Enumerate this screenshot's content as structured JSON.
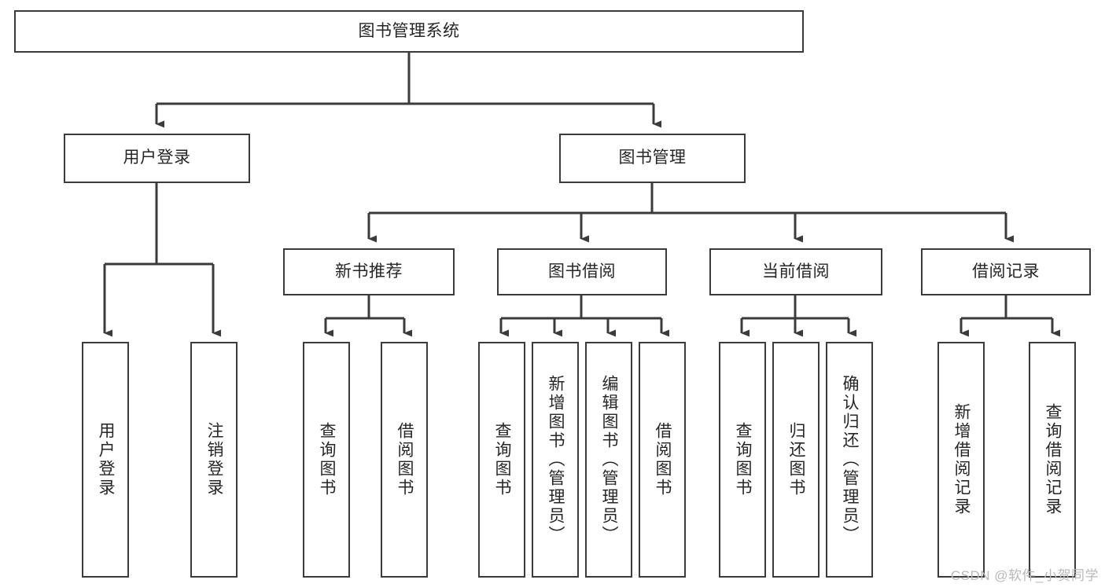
{
  "diagram": {
    "type": "tree-hierarchy-chart",
    "title": "图书管理系统",
    "watermark": "CSDN @软件_小贺同学",
    "colors": {
      "border": "#3b3b3b",
      "background": "#ffffff",
      "text": "#262626",
      "edge": "#3b3b3b",
      "watermark": "#b9b9b9"
    },
    "nodes": {
      "root": {
        "label": "图书管理系统",
        "level": 1
      },
      "user_login": {
        "label": "用户登录",
        "level": 2
      },
      "book_manage": {
        "label": "图书管理",
        "level": 2
      },
      "new_book_rec": {
        "label": "新书推荐",
        "level": 3
      },
      "book_borrow": {
        "label": "图书借阅",
        "level": 3
      },
      "current_borrow": {
        "label": "当前借阅",
        "level": 3
      },
      "borrow_record": {
        "label": "借阅记录",
        "level": 3
      },
      "leaf_user_login": {
        "label": "用户登录",
        "level": 4
      },
      "leaf_logout": {
        "label": "注销登录",
        "level": 4
      },
      "leaf_query_book_1": {
        "label": "查询图书",
        "level": 4
      },
      "leaf_borrow_book_1": {
        "label": "借阅图书",
        "level": 4
      },
      "leaf_query_book_2": {
        "label": "查询图书",
        "level": 4
      },
      "leaf_add_book_admin": {
        "label": "新增图书（管理员）",
        "level": 4
      },
      "leaf_edit_book_admin": {
        "label": "编辑图书（管理员）",
        "level": 4
      },
      "leaf_borrow_book_2": {
        "label": "借阅图书",
        "level": 4
      },
      "leaf_query_book_3": {
        "label": "查询图书",
        "level": 4
      },
      "leaf_return_book": {
        "label": "归还图书",
        "level": 4
      },
      "leaf_confirm_return_admin": {
        "label": "确认归还（管理员）",
        "level": 4
      },
      "leaf_add_borrow_record": {
        "label": "新增借阅记录",
        "level": 4
      },
      "leaf_query_borrow_record": {
        "label": "查询借阅记录",
        "level": 4
      }
    }
  }
}
